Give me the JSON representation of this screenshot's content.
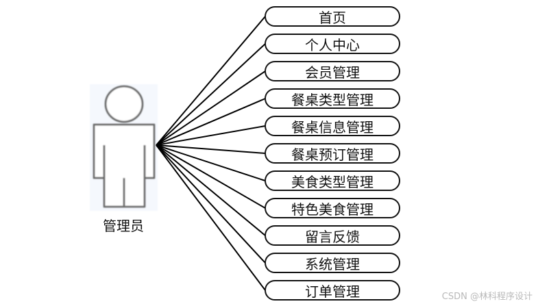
{
  "actor": {
    "label": "管理员",
    "icon": "user-figure-icon"
  },
  "use_cases": [
    "首页",
    "个人中心",
    "会员管理",
    "餐桌类型管理",
    "餐桌信息管理",
    "餐桌预订管理",
    "美食类型管理",
    "特色美食管理",
    "留言反馈",
    "系统管理",
    "订单管理"
  ],
  "watermark": "CSDN @林科程序设计"
}
